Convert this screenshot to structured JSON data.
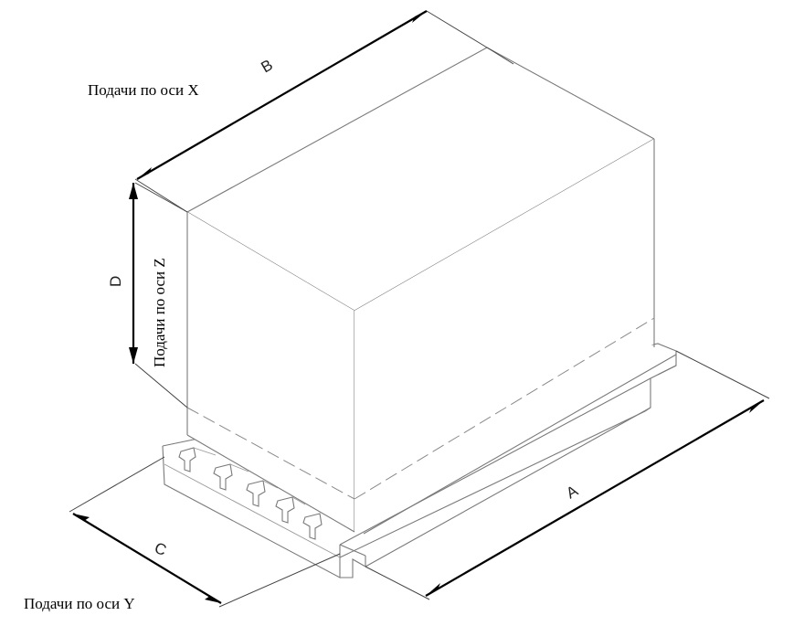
{
  "labels": {
    "feed_x": "Подачи по оси X",
    "feed_y": "Подачи по оси Y",
    "feed_z": "Подачи по оси Z"
  },
  "dimensions": {
    "a": "A",
    "b": "B",
    "c": "C",
    "d": "D"
  }
}
